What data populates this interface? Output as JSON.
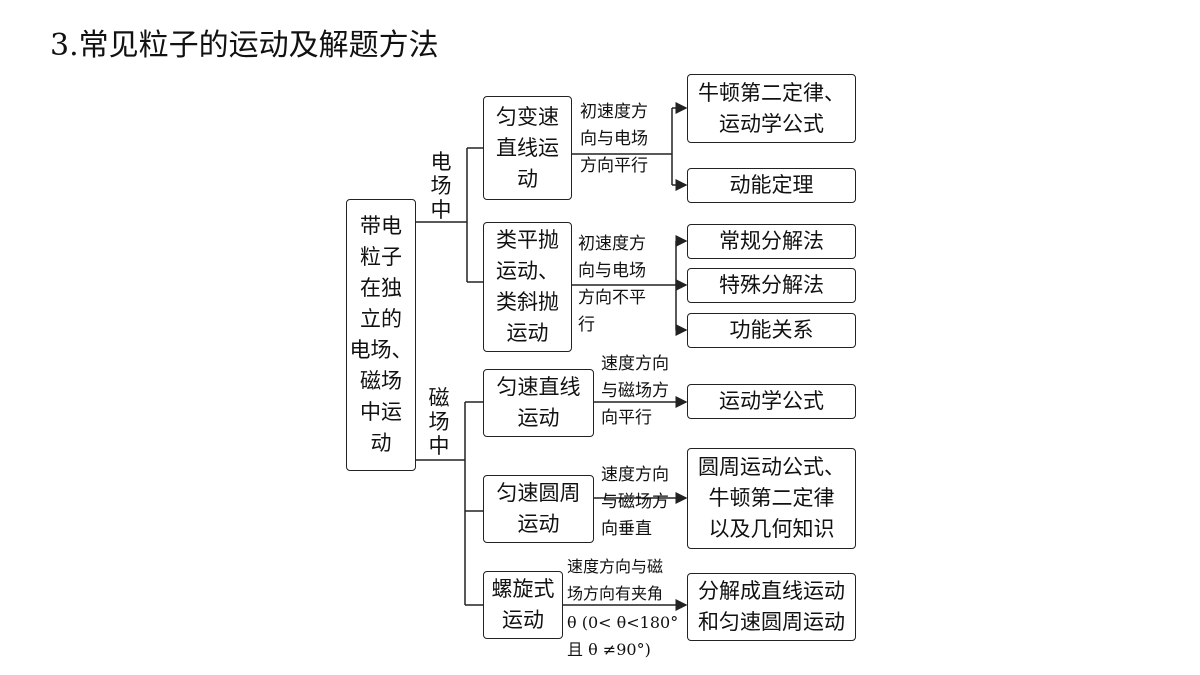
{
  "title": "3.常见粒子的运动及解题方法",
  "root": {
    "lines": [
      "带电",
      "粒子",
      "在独",
      "立的",
      "电场、",
      "磁场",
      "中运",
      "动"
    ]
  },
  "branches": {
    "electric": {
      "label": "电场中"
    },
    "magnetic": {
      "label": "磁场中"
    }
  },
  "electric_motions": [
    {
      "lines": [
        "匀变速",
        "直线运",
        "动"
      ],
      "condition": [
        "初速度方",
        "向与电场",
        "方向平行"
      ],
      "methods": [
        {
          "lines": [
            "牛顿第二定律、",
            "运动学公式"
          ]
        },
        {
          "lines": [
            "动能定理"
          ]
        }
      ]
    },
    {
      "lines": [
        "类平抛",
        "运动、",
        "类斜抛",
        "运动"
      ],
      "condition": [
        "初速度方",
        "向与电场",
        "方向不平",
        "行"
      ],
      "methods": [
        {
          "lines": [
            "常规分解法"
          ]
        },
        {
          "lines": [
            "特殊分解法"
          ]
        },
        {
          "lines": [
            "功能关系"
          ]
        }
      ]
    }
  ],
  "magnetic_motions": [
    {
      "lines": [
        "匀速直线",
        "运动"
      ],
      "condition": [
        "速度方向",
        "与磁场方",
        "向平行"
      ],
      "methods": [
        {
          "lines": [
            "运动学公式"
          ]
        }
      ]
    },
    {
      "lines": [
        "匀速圆周",
        "运动"
      ],
      "condition": [
        "速度方向",
        "与磁场方",
        "向垂直"
      ],
      "methods": [
        {
          "lines": [
            "圆周运动公式、",
            "牛顿第二定律",
            "以及几何知识"
          ]
        }
      ]
    },
    {
      "lines": [
        "螺旋式",
        "运动"
      ],
      "condition": [
        "速度方向与磁",
        "场方向有夹角",
        "θ (0< θ<180°",
        "且 θ ≠90°)"
      ],
      "methods": [
        {
          "lines": [
            "分解成直线运动",
            "和匀速圆周运动"
          ]
        }
      ]
    }
  ]
}
